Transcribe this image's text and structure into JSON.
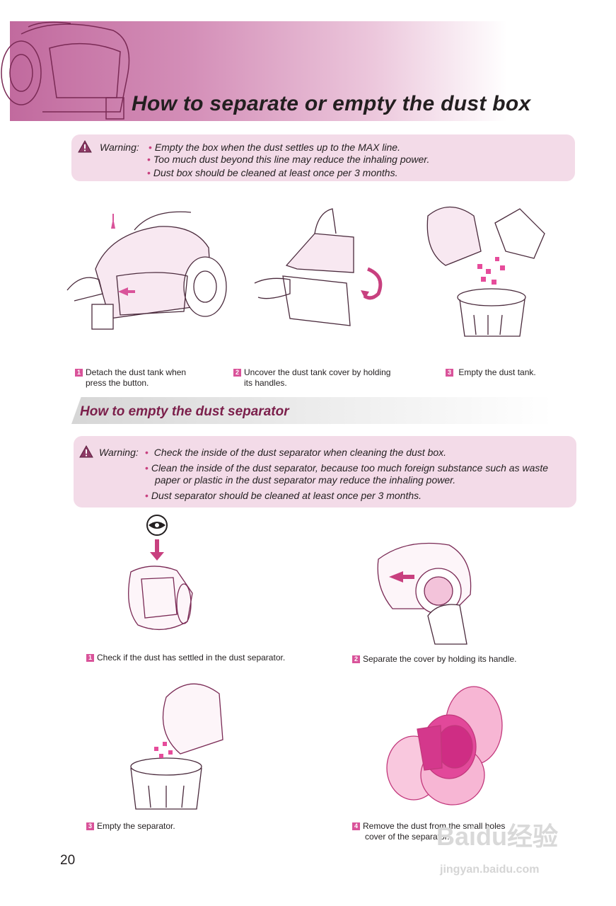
{
  "header": {
    "title": "How to separate or empty the dust box"
  },
  "warning1": {
    "label": "Warning:",
    "lines": [
      "Empty the box when the dust settles up to the MAX line.",
      "Too much dust beyond this line may reduce the inhaling power.",
      "Dust box should be cleaned at least  once  per 3 months."
    ]
  },
  "steps1": [
    {
      "num": "1",
      "line1": "Detach the dust tank when",
      "line2": "press the button."
    },
    {
      "num": "2",
      "line1": "Uncover the dust tank cover by holding",
      "line2": "its handles."
    },
    {
      "num": "3",
      "line1": "Empty the dust tank."
    }
  ],
  "section2": {
    "title": "How to empty the dust separator"
  },
  "warning2": {
    "label": "Warning:",
    "lines": [
      "Check the inside of the dust separator when cleaning the dust box.",
      "Clean the inside of the dust separator, because too much foreign substance such as waste",
      "paper or plastic in the dust separator may reduce the inhaling power.",
      "Dust separator should be cleaned at least  once  per 3 months."
    ]
  },
  "steps2": [
    {
      "num": "1",
      "line1": "Check if the dust has settled in the dust separator."
    },
    {
      "num": "2",
      "line1": "Separate the cover by holding its handle."
    },
    {
      "num": "3",
      "line1": "Empty the separator."
    },
    {
      "num": "4",
      "line1": "Remove the dust from the small holes",
      "line2": "cover of the separator."
    }
  ],
  "page_number": "20",
  "watermark": {
    "brand": "Baidu经验",
    "url": "jingyan.baidu.com"
  },
  "colors": {
    "accent": "#d9539a",
    "header_pink": "#c16a9e",
    "warning_bg": "#f3dbe8",
    "subtitle": "#7b1f4b"
  }
}
